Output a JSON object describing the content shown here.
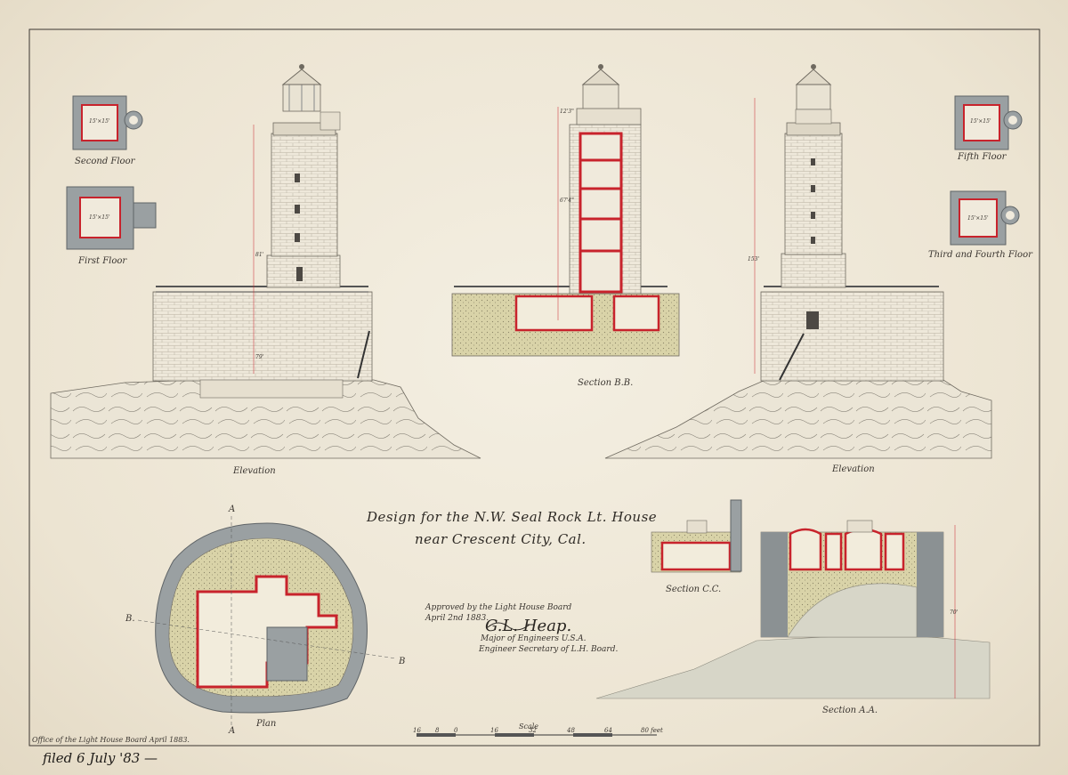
{
  "title": {
    "line1": "Design for the N.W. Seal Rock Lt. House",
    "line2": "near Crescent City, Cal."
  },
  "floor_labels": {
    "second": "Second Floor",
    "first": "First Floor",
    "fifth": "Fifth Floor",
    "third_fourth": "Third and Fourth Floor"
  },
  "room_dims": {
    "second": "15'×15'",
    "first": "15'×15'",
    "fifth": "15'×15'",
    "third_fourth": "15'×15'"
  },
  "view_labels": {
    "elevation_left": "Elevation",
    "section_bb": "Section B.B.",
    "elevation_right": "Elevation",
    "plan": "Plan",
    "section_cc": "Section C.C.",
    "section_aa": "Section A.A."
  },
  "dimensions": {
    "elev_tower": "81'",
    "elev_base": "79'",
    "section_top": "12'3\"",
    "section_tower": "67'4\"",
    "elev_right_total": "153'",
    "section_aa_height": "70'"
  },
  "section_markers": {
    "a_top": "A",
    "a_bottom": "A",
    "b_left": "B.",
    "b_right": "B"
  },
  "approval": {
    "line1": "Approved by the Light House Board",
    "line2": "April 2nd 1883.",
    "signature": "G.L. Heap.",
    "line3": "Major of Engineers U.S.A.",
    "line4": "Engineer Secretary of L.H. Board."
  },
  "office_note": "Office of the Light House Board April 1883.",
  "filed_note": "filed 6 July '83 —",
  "scale": {
    "title": "Scale",
    "ticks": [
      "16",
      "8",
      "0",
      "16",
      "32",
      "48",
      "64",
      "80 feet"
    ]
  },
  "colors": {
    "paper": "#efe8d8",
    "ink": "#3a3530",
    "red_wall": "#c8232c",
    "stone_gray": "#9aa0a2",
    "gravel": "#d7d1a4"
  }
}
